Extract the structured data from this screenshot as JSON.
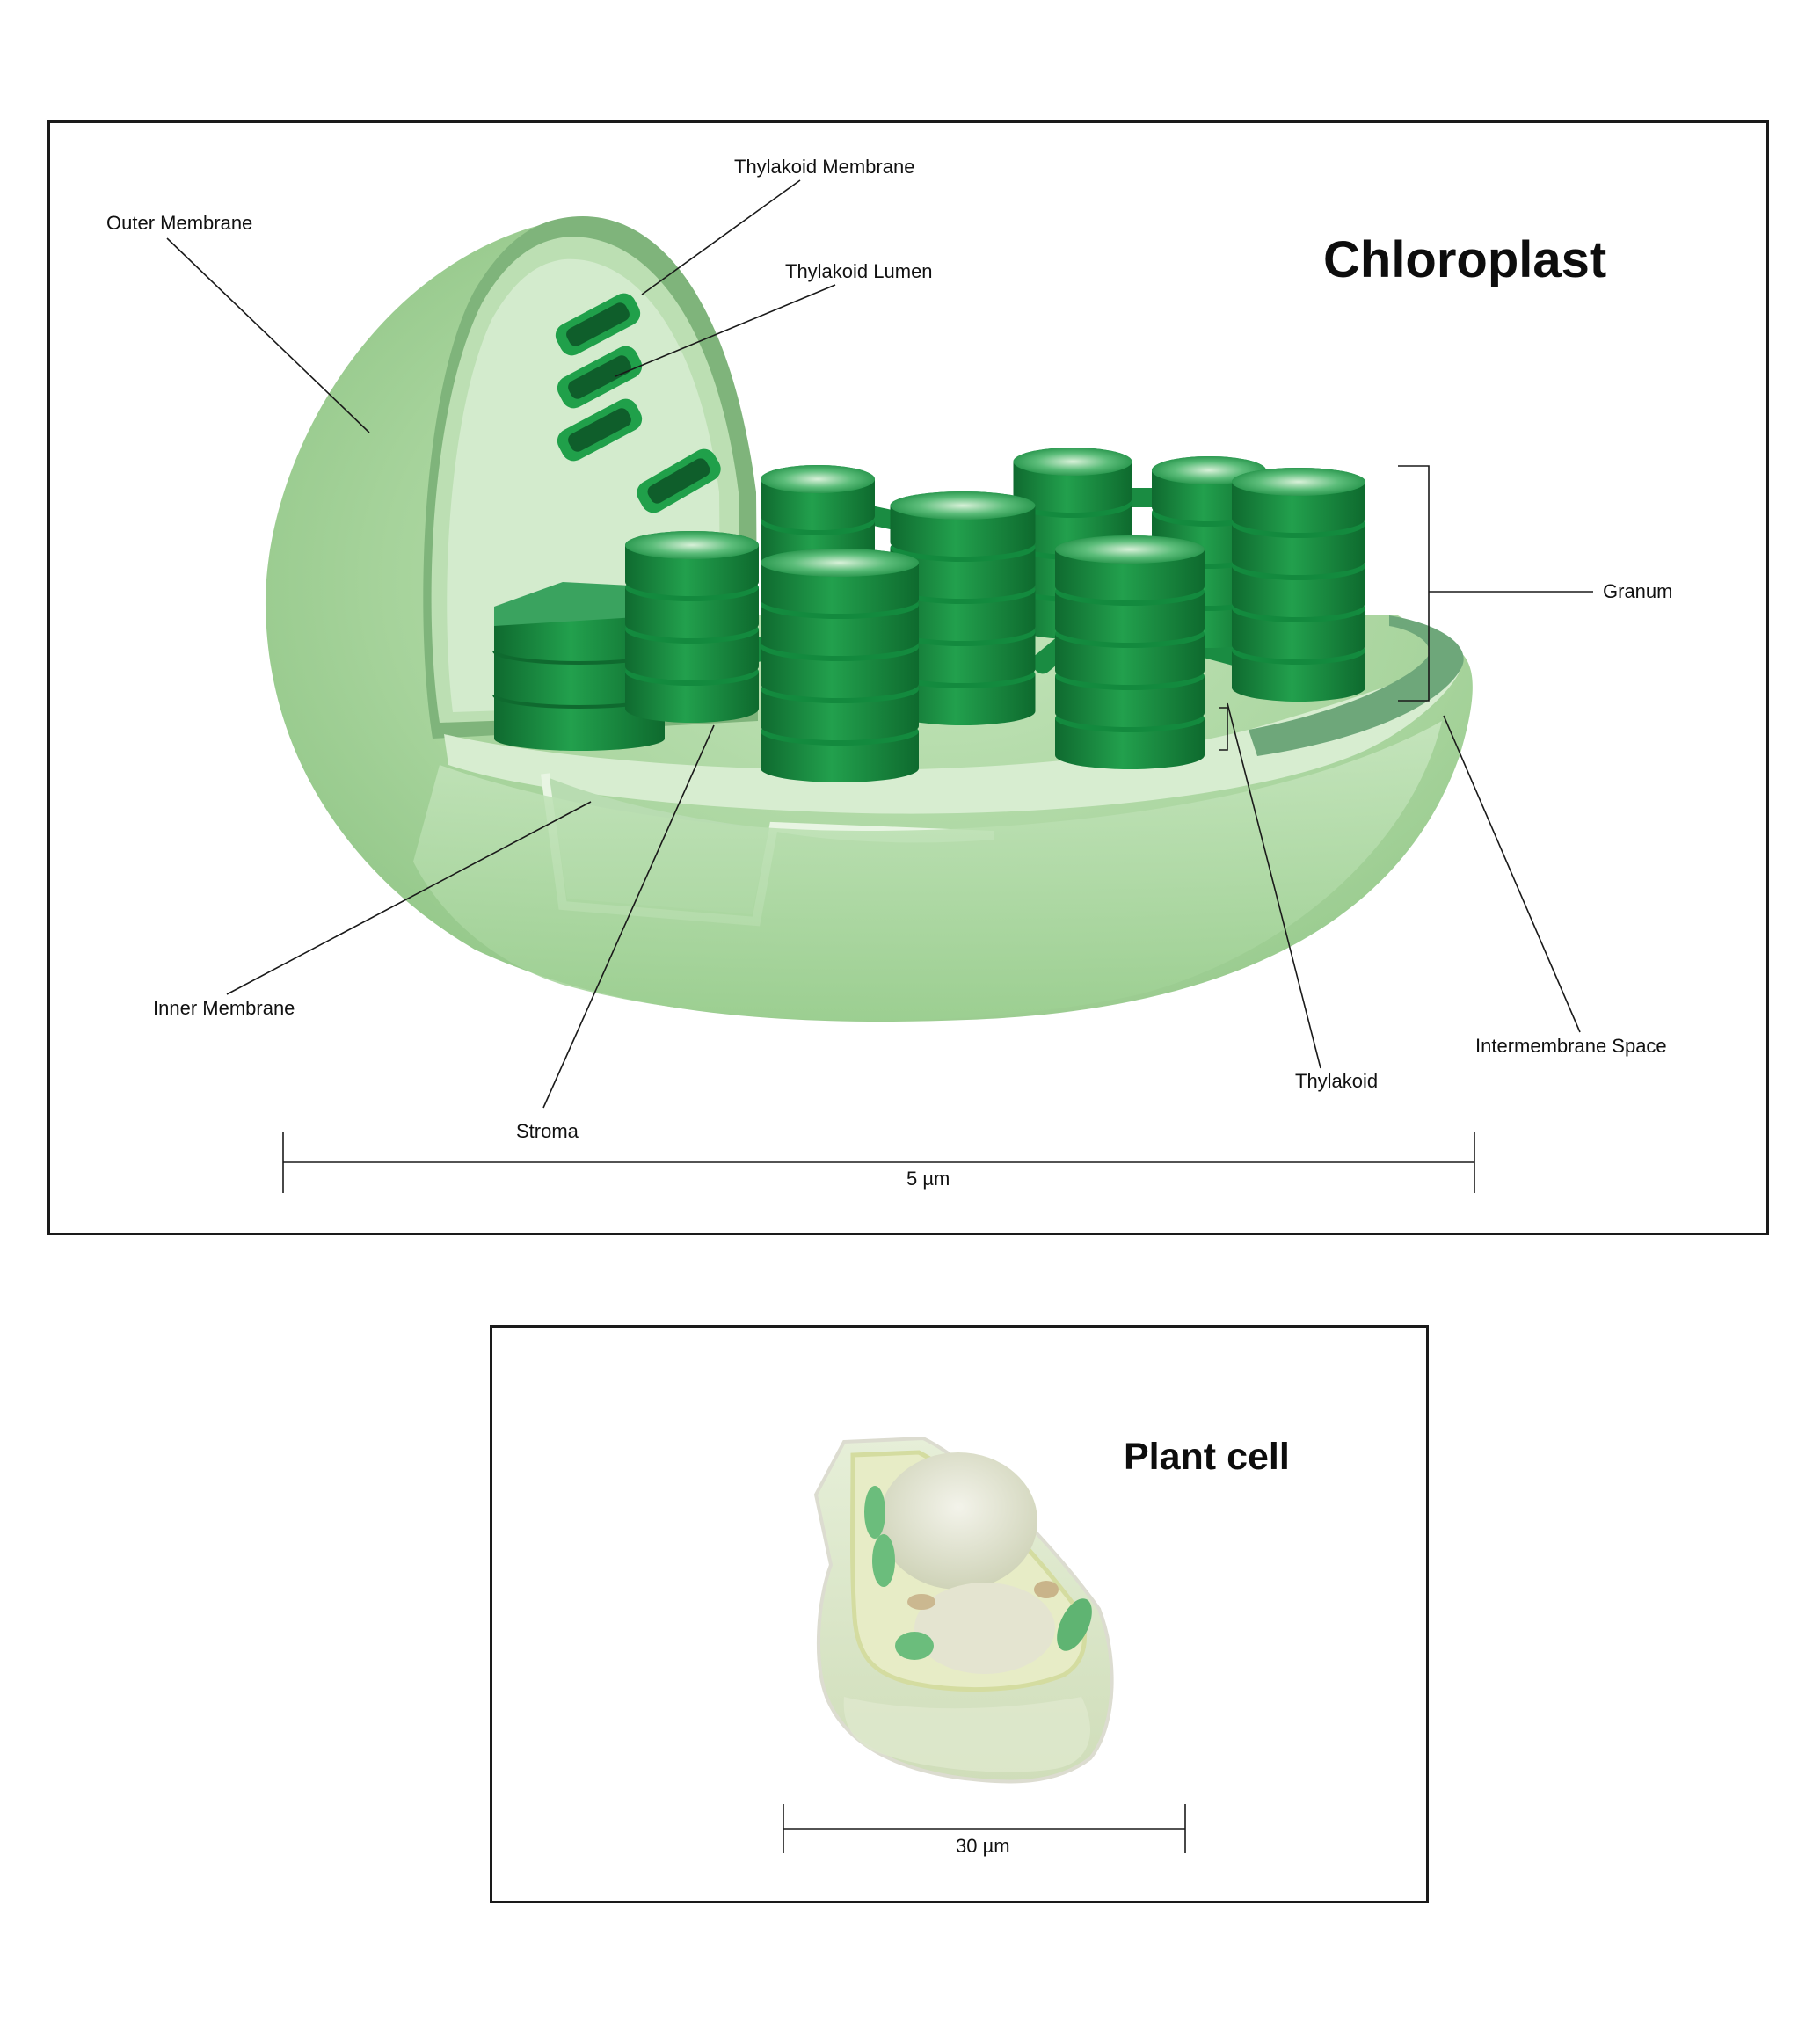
{
  "chloroplast": {
    "title": "Chloroplast",
    "labels": {
      "outer_membrane": "Outer Membrane",
      "thylakoid_membrane": "Thylakoid Membrane",
      "thylakoid_lumen": "Thylakoid Lumen",
      "granum": "Granum",
      "inner_membrane": "Inner Membrane",
      "stroma": "Stroma",
      "thylakoid": "Thylakoid",
      "intermembrane_space": "Intermembrane Space"
    },
    "scale_bar": "5 µm"
  },
  "plant_cell": {
    "title": "Plant cell",
    "scale_bar": "30 µm"
  },
  "colors": {
    "outer_membrane": "#a9d49f",
    "stroma": "#d3ebcd",
    "granum": "#1f8f45",
    "granum_dark": "#0f6a2f",
    "border": "#1a1a1a"
  }
}
